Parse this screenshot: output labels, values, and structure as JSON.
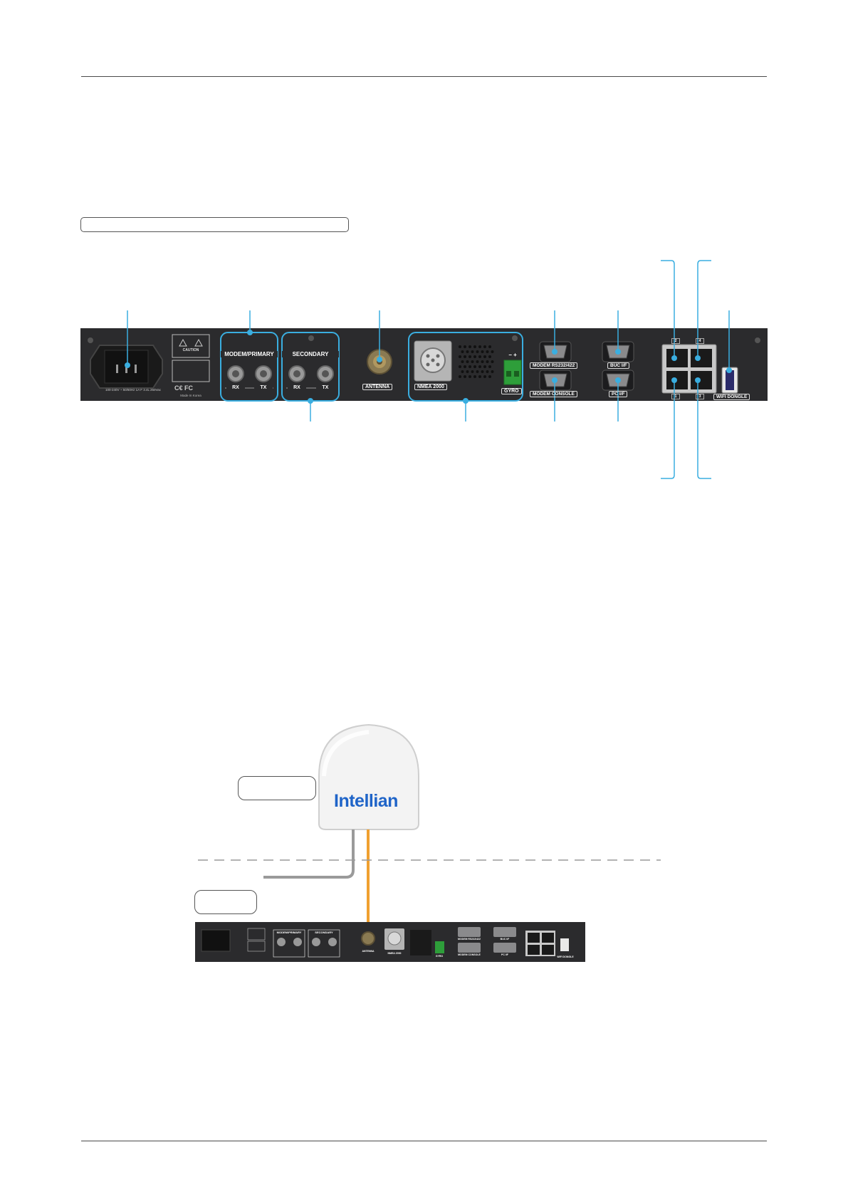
{
  "brand": {
    "name": "Intellian",
    "color": "#1f64c8"
  },
  "accent_color": "#3aaee0",
  "rear_panel": {
    "power_rating": "100-240V ~ 50/60Hz 1A    F 3.4L 250Vac",
    "caution_title": "CAUTION",
    "made_in": "Made In Korea",
    "groups": {
      "modem_primary": "MODEM/PRIMARY",
      "secondary": "SECONDARY",
      "rx": "RX",
      "tx": "TX"
    },
    "antenna": "ANTENNA",
    "nmea2000": "NMEA 2000",
    "gyro": "GYRO",
    "gyro_polarity": "−  +",
    "modem_rs": "MODEM RS232/422",
    "modem_console": "MODEM CONSOLE",
    "buc_if": "BUC I/F",
    "pc_if": "PC I/F",
    "wifi_dongle": "WIFI DONGLE",
    "lan_ports": [
      "2",
      "4",
      "1",
      "3"
    ]
  },
  "diagram": {
    "rear_panel_small": {
      "modem_primary": "MODEM/PRIMARY",
      "secondary": "SECONDARY",
      "antenna": "ANTENNA",
      "nmea2000": "NMEA 2000",
      "gyro": "GYRO",
      "modem_rs": "MODEM RS232/422",
      "modem_console": "MODEM CONSOLE",
      "buc_if": "BUC I/F",
      "pc_if": "PC I/F",
      "wifi_dongle": "WIFI DONGLE"
    },
    "cable_colors": {
      "rf_cable": "#f0a030",
      "ground_cable": "#9a9a9a"
    }
  }
}
